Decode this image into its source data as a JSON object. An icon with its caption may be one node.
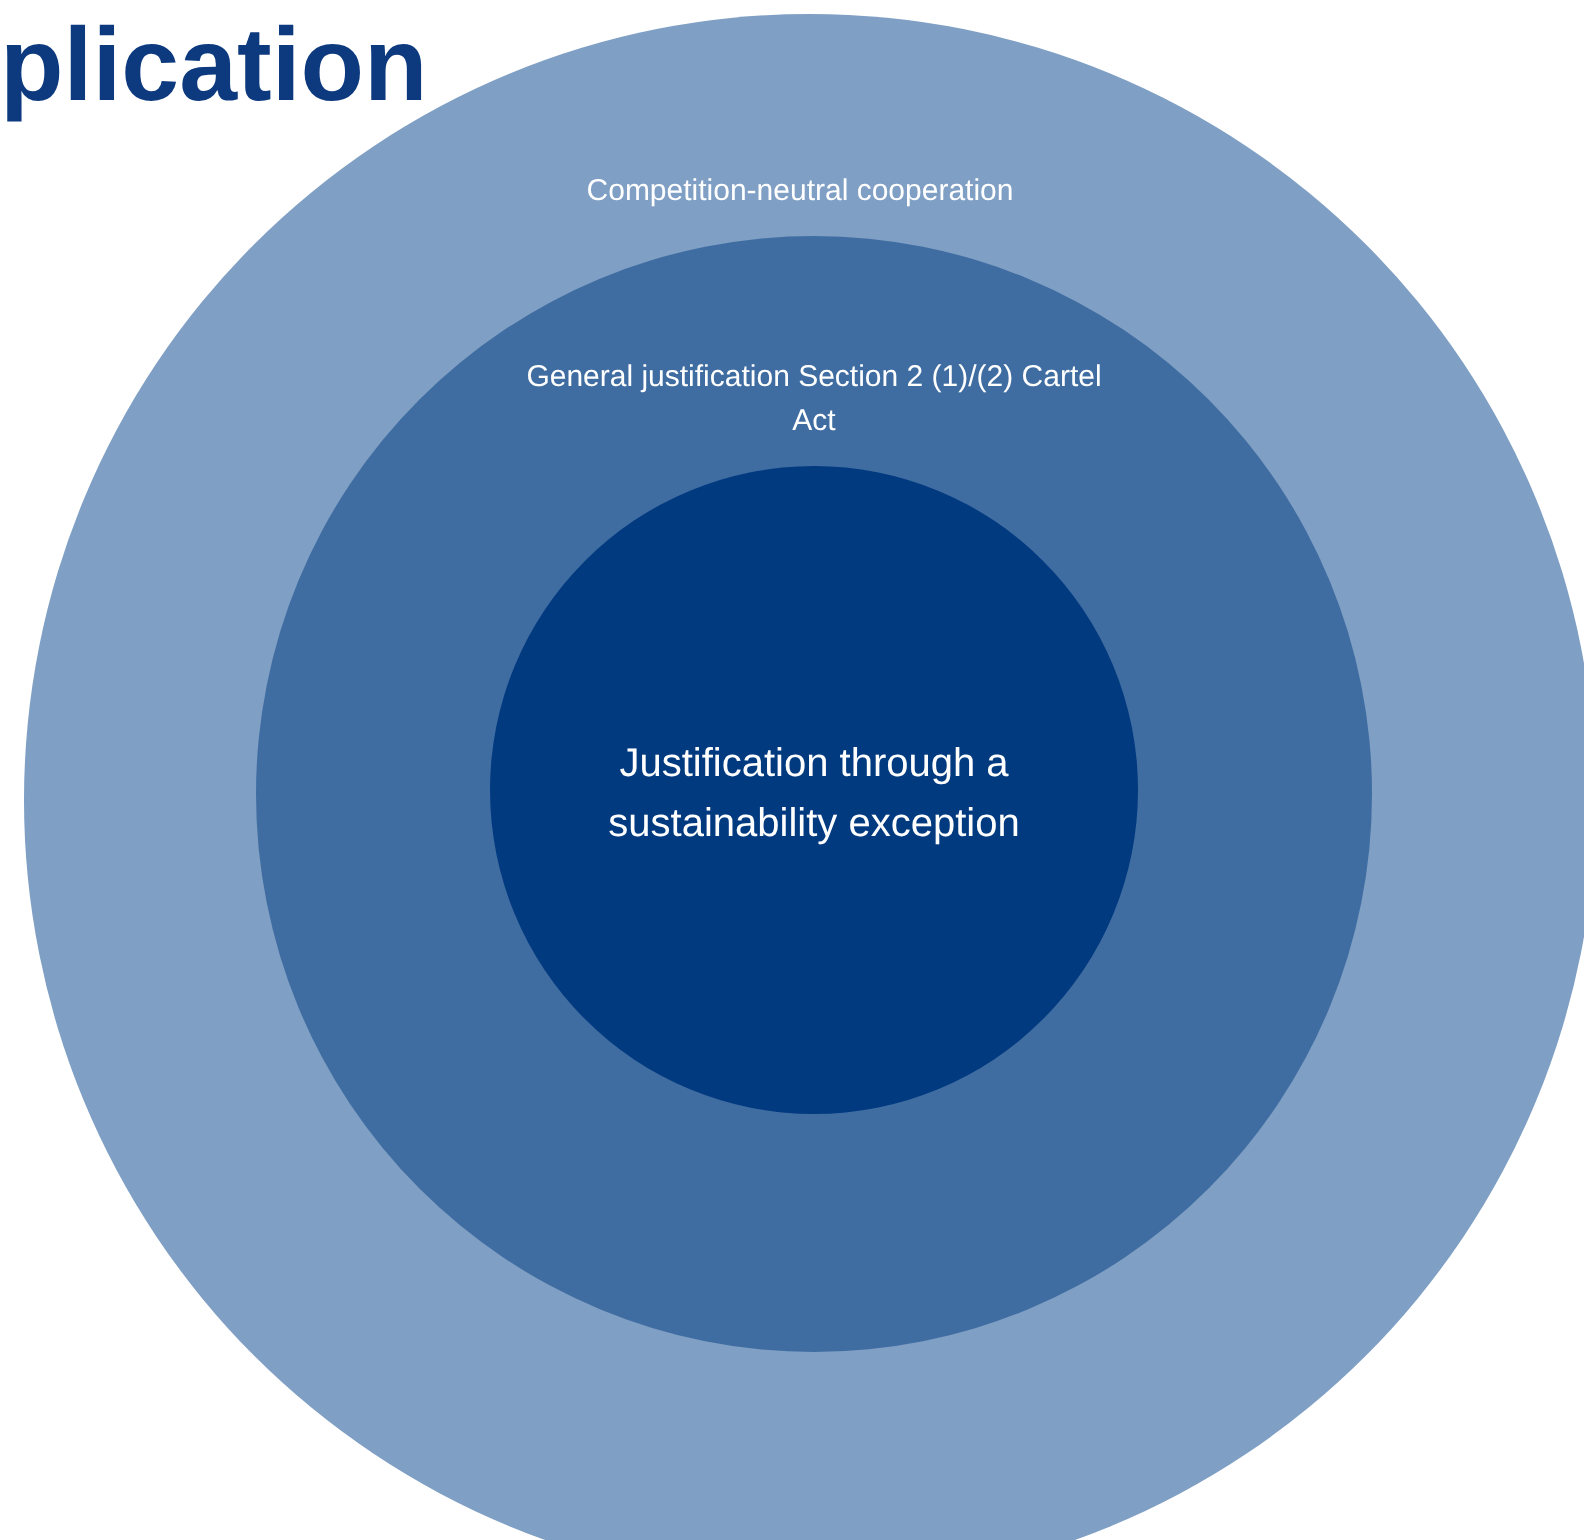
{
  "diagram": {
    "title": "plication",
    "nodes": [
      {
        "text": [
          "Competition-neutral cooperation"
        ]
      },
      {
        "text": [
          "General justification Section 2 (1)/(2) Cartel Act"
        ],
        "in": 0
      },
      {
        "text": [
          "Justification through a sustainability exception"
        ],
        "in": 1
      }
    ]
  }
}
